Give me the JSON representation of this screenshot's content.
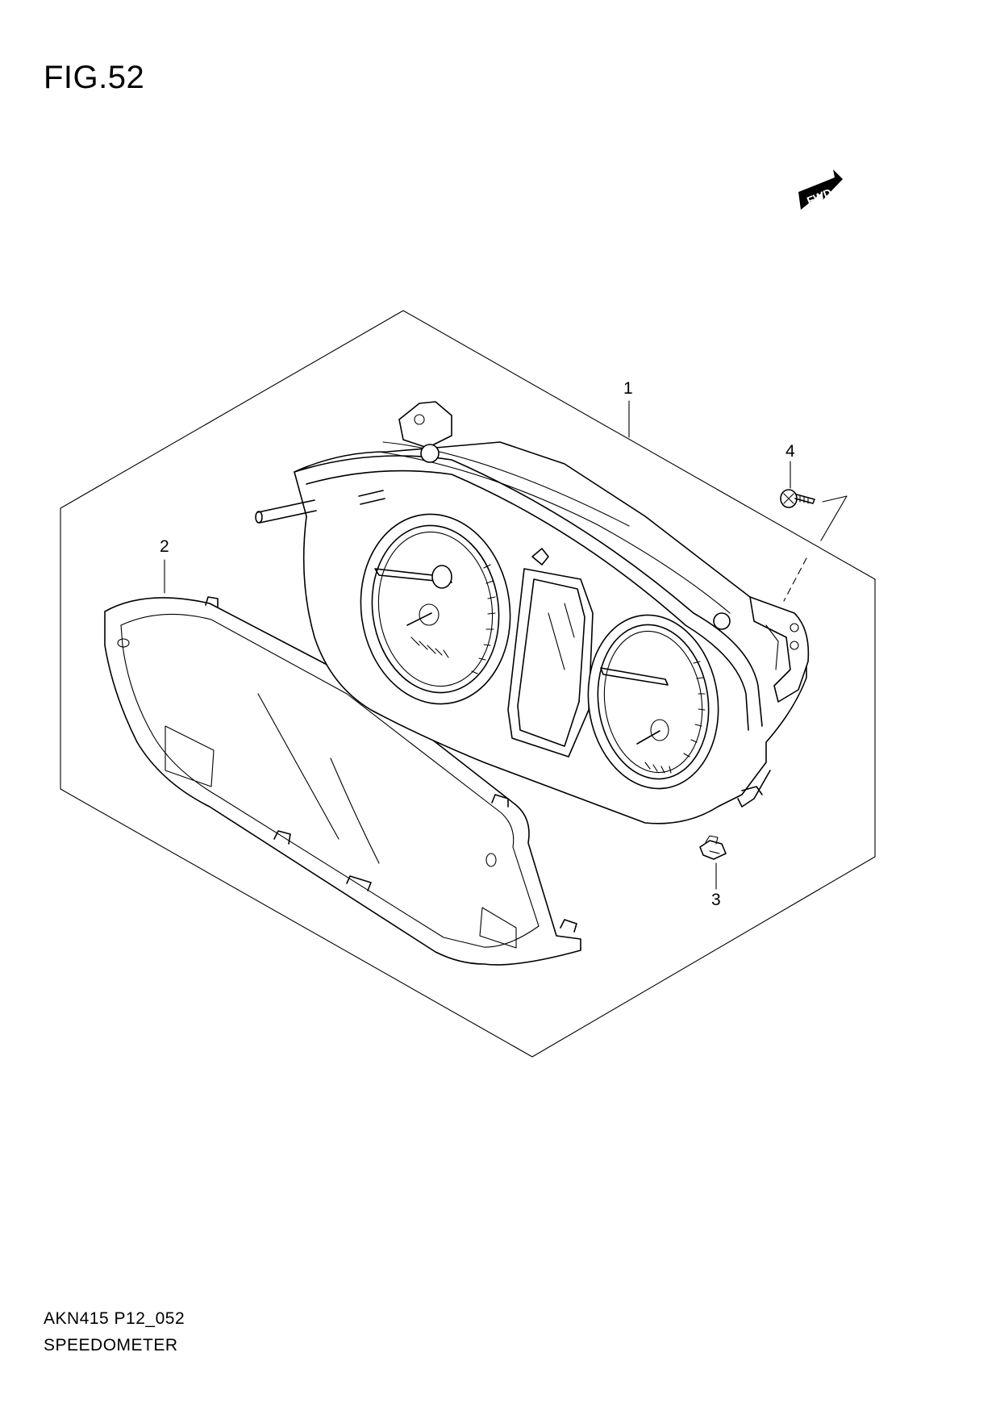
{
  "figure": {
    "title": "FIG.52"
  },
  "footer": {
    "code": "AKN415 P12_052",
    "name": "SPEEDOMETER"
  },
  "fwd_arrow": {
    "label": "FWD"
  },
  "callouts": [
    {
      "number": "1",
      "part": "speedometer-assembly"
    },
    {
      "number": "2",
      "part": "cover-lens"
    },
    {
      "number": "3",
      "part": "clip"
    },
    {
      "number": "4",
      "part": "screw"
    }
  ]
}
